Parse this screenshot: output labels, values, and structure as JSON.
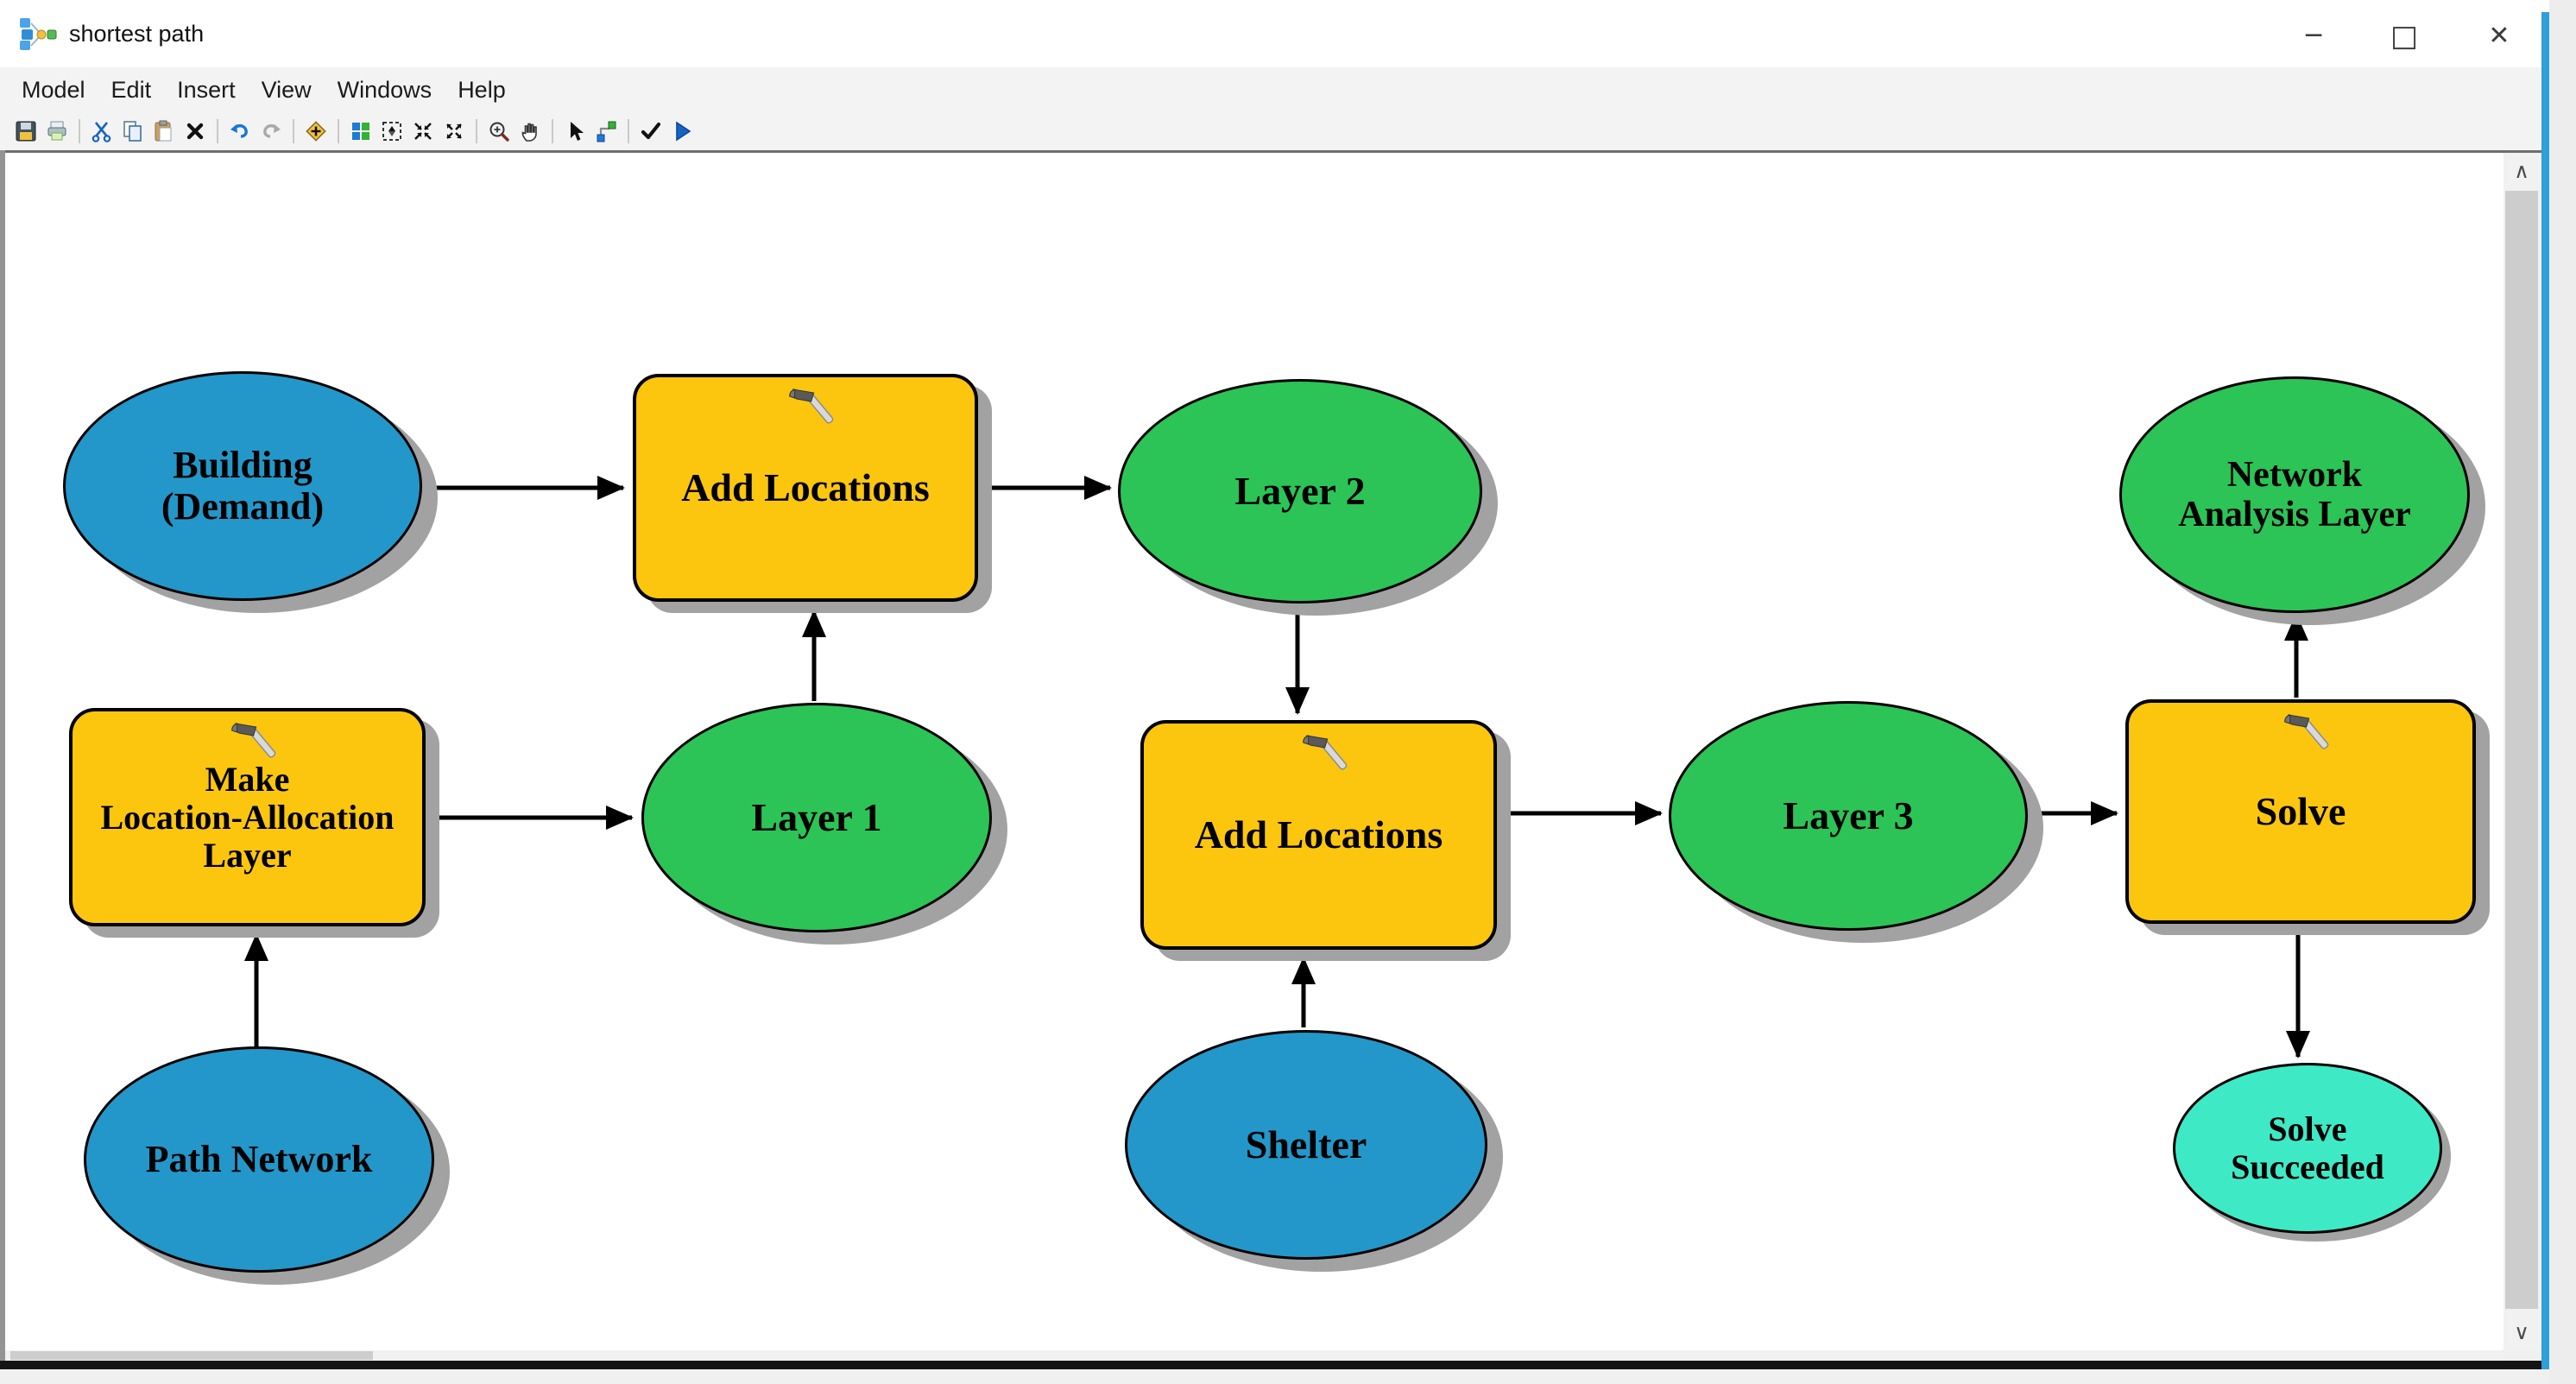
{
  "window": {
    "title": "shortest path",
    "minimize_glyph": "─",
    "maximize_glyph": "□",
    "close_glyph": "✕"
  },
  "menu": {
    "items": [
      "Model",
      "Edit",
      "Insert",
      "View",
      "Windows",
      "Help"
    ]
  },
  "toolbar": {
    "icons": [
      "save",
      "print",
      "cut",
      "copy",
      "paste",
      "delete",
      "undo",
      "redo",
      "add-data",
      "auto-layout",
      "fit-to-window",
      "zoom-in",
      "zoom-out",
      "magnifier",
      "pan",
      "select",
      "connect",
      "validate",
      "run"
    ]
  },
  "scrollbar": {
    "up_glyph": "∧",
    "down_glyph": "∨"
  },
  "colors": {
    "input_blue": "#2397c9",
    "derived_green": "#2cc456",
    "tool_yellow": "#fcc60e",
    "succeeded_teal": "#3eeac6",
    "node_border": "#000000",
    "shadow_gray": "#a2a2a2",
    "window_accent_blue": "#2e9fd8"
  },
  "diagram": {
    "nodes": {
      "building": {
        "label": "Building\n(Demand)",
        "type": "input data"
      },
      "add_locations_1": {
        "label": "Add Locations",
        "type": "tool"
      },
      "layer2": {
        "label": "Layer 2",
        "type": "derived data"
      },
      "make_location_allocation_layer": {
        "label": "Make\nLocation-Allocation\nLayer",
        "type": "tool"
      },
      "layer1": {
        "label": "Layer 1",
        "type": "derived data"
      },
      "path_network": {
        "label": "Path Network",
        "type": "input data"
      },
      "add_locations_2": {
        "label": "Add Locations",
        "type": "tool"
      },
      "shelter": {
        "label": "Shelter",
        "type": "input data"
      },
      "layer3": {
        "label": "Layer 3",
        "type": "derived data"
      },
      "solve": {
        "label": "Solve",
        "type": "tool"
      },
      "network_analysis_layer": {
        "label": "Network\nAnalysis Layer",
        "type": "derived data"
      },
      "solve_succeeded": {
        "label": "Solve\nSucceeded",
        "type": "output state"
      }
    }
  }
}
